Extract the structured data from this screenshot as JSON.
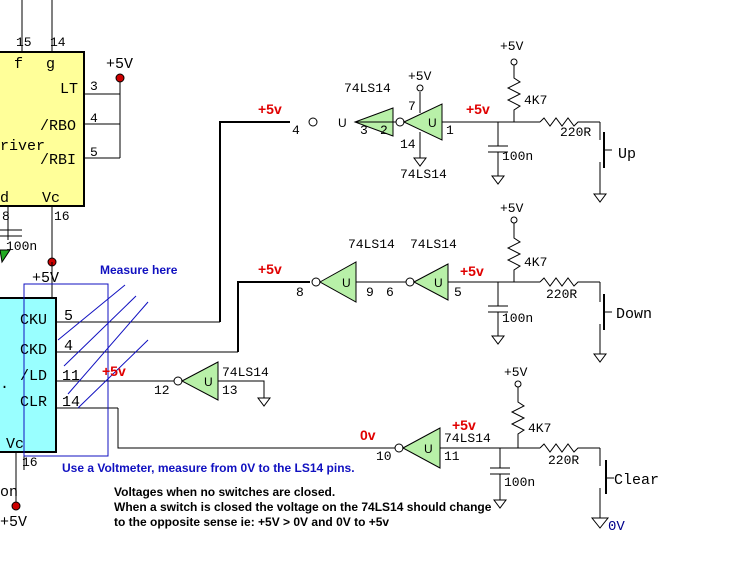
{
  "decoder": {
    "top_pins": [
      "15",
      "14"
    ],
    "top_labels": [
      "f",
      "g"
    ],
    "lt": "LT",
    "rbo": "/RBO",
    "rbi": "/RBI",
    "partial_name": "river",
    "pin_lt": "3",
    "pin_rbo": "4",
    "pin_rbi": "5",
    "bottom_left": "d",
    "vc": "Vc",
    "pin_8": "8",
    "pin_16": "16",
    "supply": "+5V"
  },
  "counter": {
    "cku": "CKU",
    "ckd": "CKD",
    "ld": "/LD",
    "clr": "CLR",
    "vc": "Vc",
    "pin_cku": "5",
    "pin_ckd": "4",
    "pin_ld": "11",
    "pin_clr": "14",
    "pin_16": "16",
    "top_supply": "+5V",
    "cap": "100n",
    "bottom_supply": "+5V",
    "partial_left": "on"
  },
  "annotations": {
    "measure_here": "Measure here",
    "voltmeter": "Use a Voltmeter, measure from 0V to the LS14 pins."
  },
  "notes": [
    "Voltages when no switches are closed.",
    "When a switch is closed the voltage on the 74LS14 should  change",
    "to the opposite sense ie: +5V > 0V  and 0V to +5v"
  ],
  "gate_label": "U",
  "chip_name": "74LS14",
  "levels": {
    "high": "+5v",
    "low": "0v"
  },
  "supply": "+5V",
  "resistor_pullup": "4K7",
  "resistor_series": "220R",
  "cap": "100n",
  "ground_label": "0V",
  "switches": {
    "up": "Up",
    "down": "Down",
    "clear": "Clear"
  },
  "pins": {
    "up": [
      "4",
      "3",
      "2",
      "1",
      "7",
      "14"
    ],
    "down": [
      "8",
      "9",
      "6",
      "5"
    ],
    "ld": [
      "12",
      "13"
    ],
    "clear": [
      "10",
      "11"
    ]
  }
}
